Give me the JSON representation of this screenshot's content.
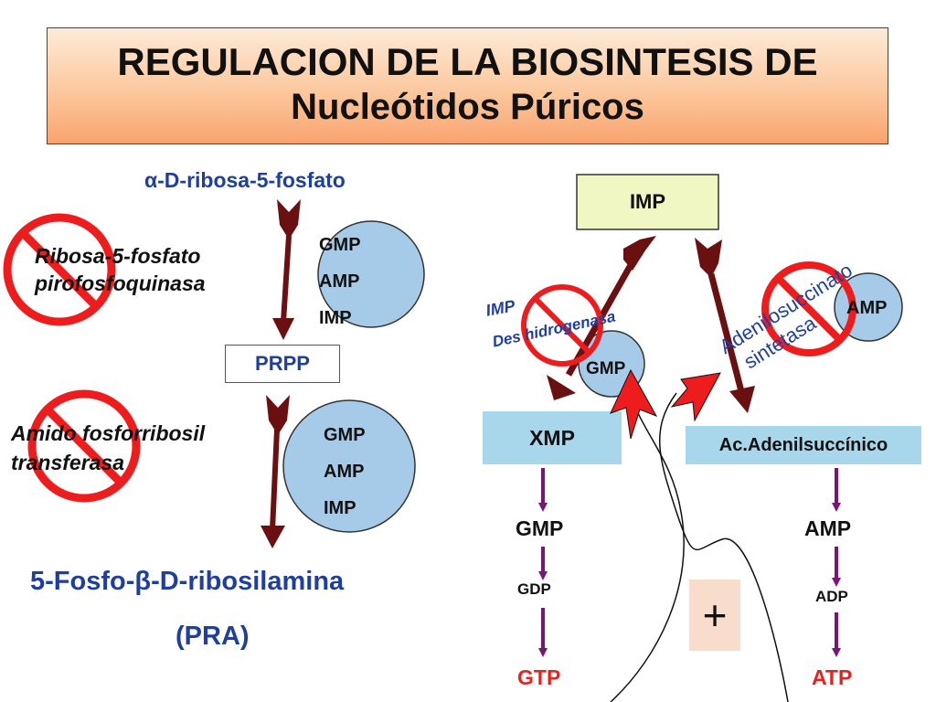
{
  "title": {
    "line1": "REGULACION DE LA BIOSINTESIS DE",
    "line2": "Nucleótidos Púricos"
  },
  "left": {
    "ribose_alpha": "α",
    "ribose_rest": "-D-ribosa-5-fosfato",
    "enzyme1": [
      "Ribosa-5-fosfato",
      "pirofosfoquinasa"
    ],
    "inhibitors1": [
      "GMP",
      "AMP",
      "IMP"
    ],
    "prpp": "PRPP",
    "enzyme2": [
      "Amido fosforribosil",
      "transferasa"
    ],
    "inhibitors2": [
      "GMP",
      "AMP",
      "IMP"
    ],
    "product_prefix": "5-Fosfo-",
    "product_beta": "β",
    "product_suffix": "-D-ribosilamina",
    "product_abbrev": "(PRA)"
  },
  "right": {
    "imp": "IMP",
    "dh_imp": "IMP",
    "dh_enzyme": "Des hidrogenasa",
    "gmp_circle": "GMP",
    "amp_circle": "AMP",
    "as_enzyme_line1": "Adenilosuccinato",
    "as_enzyme_line2": "sintetasa",
    "xmp": "XMP",
    "adenylosuccinic": "Ac.Adenilsuccínico",
    "gmp": "GMP",
    "gdp": "GDP",
    "gtp": "GTP",
    "amp": "AMP",
    "adp": "ADP",
    "atp": "ATP",
    "plus": "+"
  },
  "colors": {
    "blue_text": "#1f3fa0",
    "red_text": "#e8231d",
    "dark_red_arrow": "#6b1010",
    "purple_arrow": "#7a1477",
    "circle_fill": "#a6cbe8",
    "imp_box": "#f1f7c2",
    "xmp_box": "#a8d6ea",
    "no_sign": "#ee1c1c"
  }
}
